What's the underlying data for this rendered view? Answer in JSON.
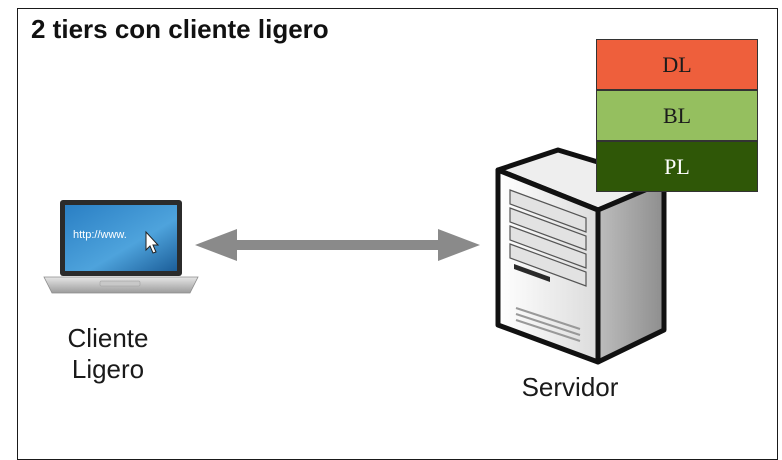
{
  "title": "2 tiers con cliente ligero",
  "layers": {
    "dl": "DL",
    "bl": "BL",
    "pl": "PL"
  },
  "laptop": {
    "screen_text": "http://www."
  },
  "client": {
    "line1": "Cliente",
    "line2": "Ligero"
  },
  "server": {
    "label": "Servidor"
  },
  "colors": {
    "dl": "#ee5f3c",
    "bl": "#95bf5f",
    "pl": "#2f5707",
    "arrow": "#8a8a8a"
  }
}
